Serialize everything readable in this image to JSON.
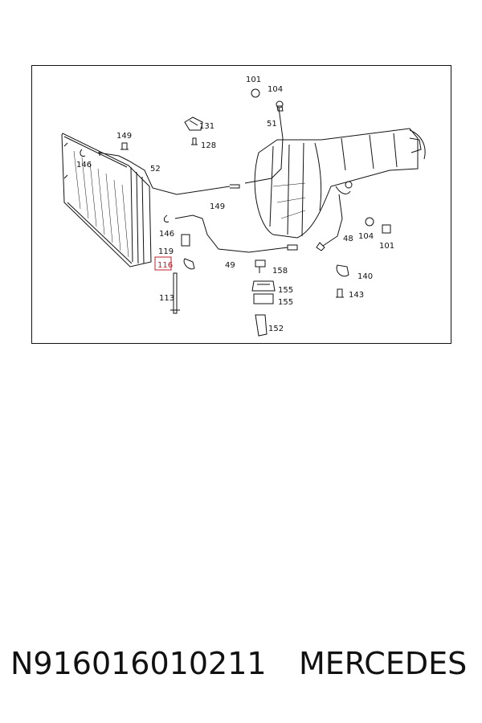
{
  "callouts": [
    {
      "id": "c101a",
      "text": "101"
    },
    {
      "id": "c104a",
      "text": "104"
    },
    {
      "id": "c51",
      "text": "51"
    },
    {
      "id": "c131",
      "text": "131"
    },
    {
      "id": "c128",
      "text": "128"
    },
    {
      "id": "c149a",
      "text": "149"
    },
    {
      "id": "c146a",
      "text": "146"
    },
    {
      "id": "c52",
      "text": "52"
    },
    {
      "id": "c149b",
      "text": "149"
    },
    {
      "id": "c146b",
      "text": "146"
    },
    {
      "id": "c119",
      "text": "119"
    },
    {
      "id": "c116",
      "text": "116",
      "highlight": true
    },
    {
      "id": "c49",
      "text": "49"
    },
    {
      "id": "c158",
      "text": "158"
    },
    {
      "id": "c155a",
      "text": "155"
    },
    {
      "id": "c155b",
      "text": "155"
    },
    {
      "id": "c113",
      "text": "113"
    },
    {
      "id": "c152",
      "text": "152"
    },
    {
      "id": "c48",
      "text": "48"
    },
    {
      "id": "c104b",
      "text": "104"
    },
    {
      "id": "c101b",
      "text": "101"
    },
    {
      "id": "c140",
      "text": "140"
    },
    {
      "id": "c143",
      "text": "143"
    }
  ],
  "footer": {
    "part_number": "N916016010211",
    "brand": "MERCEDES"
  },
  "colors": {
    "line": "#111111",
    "highlight": "#c0202a"
  }
}
